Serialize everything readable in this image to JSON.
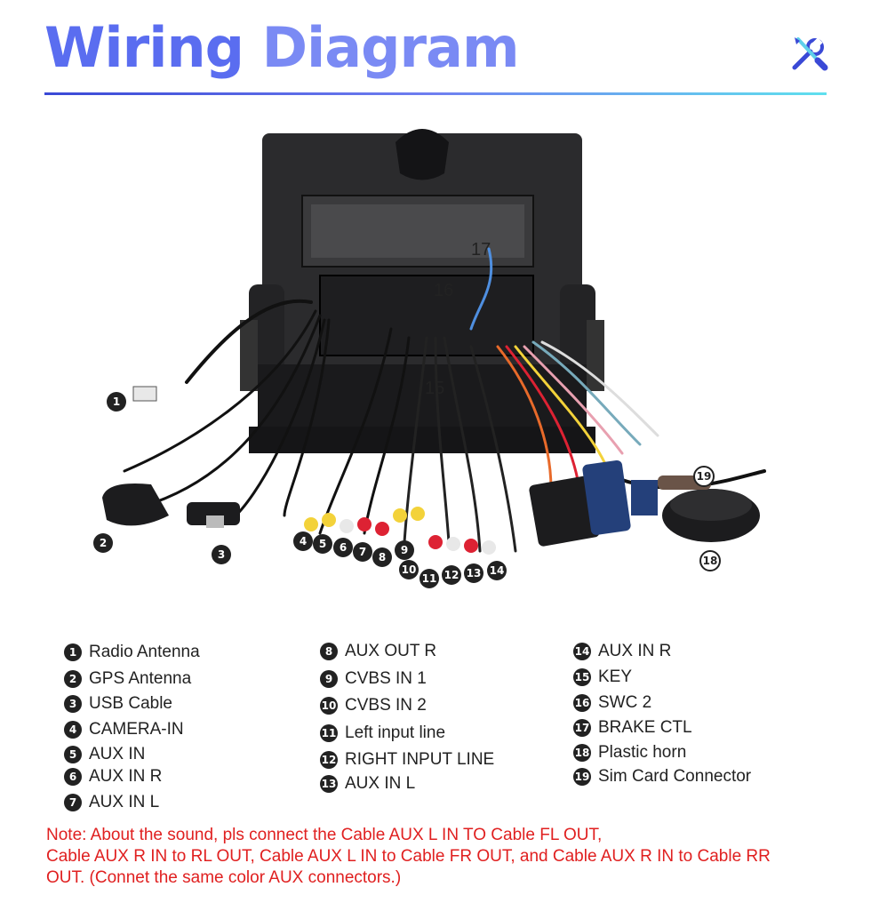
{
  "header": {
    "title_word1": "Wiring",
    "title_word2": "Diagram",
    "icon": "tools-icon",
    "rule_colors": [
      "#3a49d6",
      "#6f7ff0",
      "#5fe0ee"
    ]
  },
  "colors": {
    "title": "#5a6df0",
    "note": "#e02020",
    "text": "#222222"
  },
  "diagram": {
    "callouts": [
      {
        "id": "1",
        "label": "1"
      },
      {
        "id": "2",
        "label": "2"
      },
      {
        "id": "3",
        "label": "3"
      },
      {
        "id": "4",
        "label": "4"
      },
      {
        "id": "5",
        "label": "5"
      },
      {
        "id": "6",
        "label": "6"
      },
      {
        "id": "7",
        "label": "7"
      },
      {
        "id": "8",
        "label": "8"
      },
      {
        "id": "9",
        "label": "9"
      },
      {
        "id": "10",
        "label": "10"
      },
      {
        "id": "11",
        "label": "11"
      },
      {
        "id": "12",
        "label": "12"
      },
      {
        "id": "13",
        "label": "13"
      },
      {
        "id": "14",
        "label": "14"
      },
      {
        "id": "15",
        "label": "15"
      },
      {
        "id": "16",
        "label": "16"
      },
      {
        "id": "17",
        "label": "17"
      },
      {
        "id": "18",
        "label": "18"
      },
      {
        "id": "19",
        "label": "19"
      }
    ]
  },
  "legend": {
    "col1": [
      {
        "num": "1",
        "label": "Radio Antenna"
      },
      {
        "num": "2",
        "label": "GPS Antenna"
      },
      {
        "num": "3",
        "label": "USB Cable"
      },
      {
        "num": "4",
        "label": "CAMERA-IN"
      },
      {
        "num": "5",
        "label": "AUX IN"
      },
      {
        "num": "6",
        "label": "AUX IN R"
      },
      {
        "num": "7",
        "label": "AUX IN L"
      }
    ],
    "col2": [
      {
        "num": "8",
        "label": "AUX OUT R"
      },
      {
        "num": "9",
        "label": "CVBS IN 1"
      },
      {
        "num": "10",
        "label": "CVBS IN 2"
      },
      {
        "num": "11",
        "label": "Left input line"
      },
      {
        "num": "12",
        "label": "RIGHT INPUT LINE"
      },
      {
        "num": "13",
        "label": "AUX IN L"
      }
    ],
    "col3": [
      {
        "num": "14",
        "label": "AUX IN R"
      },
      {
        "num": "15",
        "label": "KEY"
      },
      {
        "num": "16",
        "label": "SWC 2"
      },
      {
        "num": "17",
        "label": "BRAKE CTL"
      },
      {
        "num": "18",
        "label": "Plastic horn"
      },
      {
        "num": "19",
        "label": "Sim Card Connector"
      }
    ]
  },
  "note": {
    "line1": "Note: About the sound, pls connect the Cable AUX L IN TO Cable FL OUT,",
    "line2": "Cable AUX R IN to RL OUT, Cable AUX L IN to Cable FR OUT, and Cable AUX R IN to Cable RR",
    "line3": "OUT. (Connet the same color AUX connectors.)"
  }
}
